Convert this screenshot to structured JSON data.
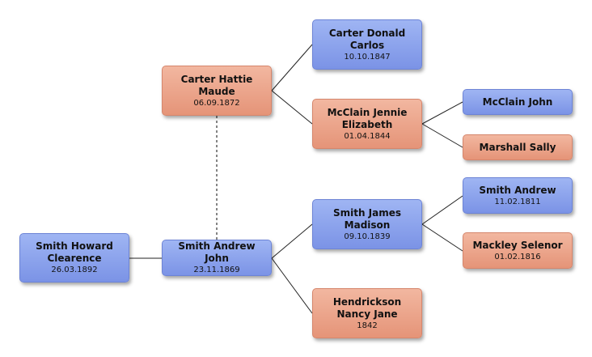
{
  "people": {
    "howard": {
      "name": "Smith Howard Clearence",
      "date": "26.03.1892",
      "gender": "male"
    },
    "andrew_j": {
      "name": "Smith Andrew John",
      "date": "23.11.1869",
      "gender": "male"
    },
    "hattie": {
      "name": "Carter Hattie Maude",
      "date": "06.09.1872",
      "gender": "female"
    },
    "donald": {
      "name": "Carter Donald Carlos",
      "date": "10.10.1847",
      "gender": "male"
    },
    "jennie": {
      "name": "McClain Jennie Elizabeth",
      "date": "01.04.1844",
      "gender": "female"
    },
    "mcclain": {
      "name": "McClain John",
      "date": "",
      "gender": "male"
    },
    "sally": {
      "name": "Marshall Sally",
      "date": "",
      "gender": "female"
    },
    "james": {
      "name": "Smith James Madison",
      "date": "09.10.1839",
      "gender": "male"
    },
    "nancy": {
      "name": "Hendrickson Nancy Jane",
      "date": "1842",
      "gender": "female"
    },
    "andrew": {
      "name": "Smith Andrew",
      "date": "11.02.1811",
      "gender": "male"
    },
    "selenor": {
      "name": "Mackley Selenor",
      "date": "01.02.1816",
      "gender": "female"
    }
  },
  "colors": {
    "male_top": "#9fb5f3",
    "male_bottom": "#7b93e6",
    "female_top": "#f2b7a0",
    "female_bottom": "#e59478",
    "line": "#222222"
  }
}
